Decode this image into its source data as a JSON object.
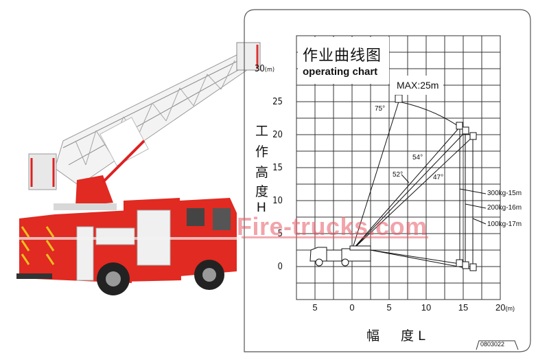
{
  "photo": {
    "subject": "aerial ladder fire truck",
    "body_color": "#e02a22",
    "ladder_color": "#f2f2f2",
    "stripe_color": "#f0c020"
  },
  "chart": {
    "title_cn": "作业曲线图",
    "title_en": "operating chart",
    "max_label": "MAX:25m",
    "y_axis_label_chars": [
      "工",
      "作",
      "高",
      "度",
      "H"
    ],
    "x_axis_label": [
      "幅",
      "度 L"
    ],
    "y_unit": "(m)",
    "x_unit": "(m)",
    "y_ticks": [
      "30",
      "25",
      "20",
      "15",
      "10",
      "5",
      "0"
    ],
    "x_ticks": [
      "5",
      "0",
      "5",
      "10",
      "15",
      "20"
    ],
    "angles": [
      "75°",
      "54°",
      "52°",
      "47°"
    ],
    "load_labels": [
      "300kg-15m",
      "200kg-16m",
      "100kg-17m"
    ],
    "code": "0803022",
    "watermark": "Fire-trucks.com"
  },
  "chart_data": {
    "type": "line",
    "title": "作业曲线图 operating chart",
    "xlabel": "幅度 L (m)",
    "ylabel": "工作高度 H (m)",
    "xlim": [
      -7.5,
      20
    ],
    "ylim": [
      -5,
      35
    ],
    "x_tick_labels": [
      "5",
      "0",
      "5",
      "10",
      "15",
      "20"
    ],
    "y_tick_labels": [
      "0",
      "5",
      "10",
      "15",
      "20",
      "25",
      "30"
    ],
    "grid": true,
    "annotations": [
      "MAX:25m",
      "75°",
      "54°",
      "52°",
      "47°",
      "300kg-15m",
      "200kg-16m",
      "100kg-17m"
    ],
    "boom_pivot": {
      "x": 0,
      "y": 2.5
    },
    "series": [
      {
        "name": "75° max height",
        "points": [
          [
            0,
            2.5
          ],
          [
            6.3,
            25
          ]
        ]
      },
      {
        "name": "54°",
        "points": [
          [
            0,
            2.5
          ],
          [
            14.5,
            21.2
          ]
        ]
      },
      {
        "name": "52°",
        "points": [
          [
            0,
            2.5
          ],
          [
            15.3,
            20.5
          ]
        ]
      },
      {
        "name": "47°",
        "points": [
          [
            0,
            2.5
          ],
          [
            16.3,
            19.7
          ]
        ]
      },
      {
        "name": "working envelope",
        "points": [
          [
            6.3,
            25
          ],
          [
            10,
            24
          ],
          [
            14.5,
            21.2
          ],
          [
            15.3,
            20.5
          ],
          [
            16.3,
            19.7
          ]
        ]
      },
      {
        "name": "300kg-15m reach",
        "points": [
          [
            14.5,
            21.2
          ],
          [
            14.5,
            0
          ]
        ]
      },
      {
        "name": "200kg-16m reach",
        "points": [
          [
            15.3,
            20.5
          ],
          [
            15.3,
            -0.2
          ]
        ]
      },
      {
        "name": "100kg-17m reach",
        "points": [
          [
            16.3,
            19.7
          ],
          [
            16.3,
            -0.4
          ]
        ]
      },
      {
        "name": "lower envelope",
        "points": [
          [
            0,
            2.5
          ],
          [
            14.5,
            0
          ],
          [
            15.3,
            -0.2
          ],
          [
            16.3,
            -0.4
          ]
        ]
      }
    ]
  }
}
